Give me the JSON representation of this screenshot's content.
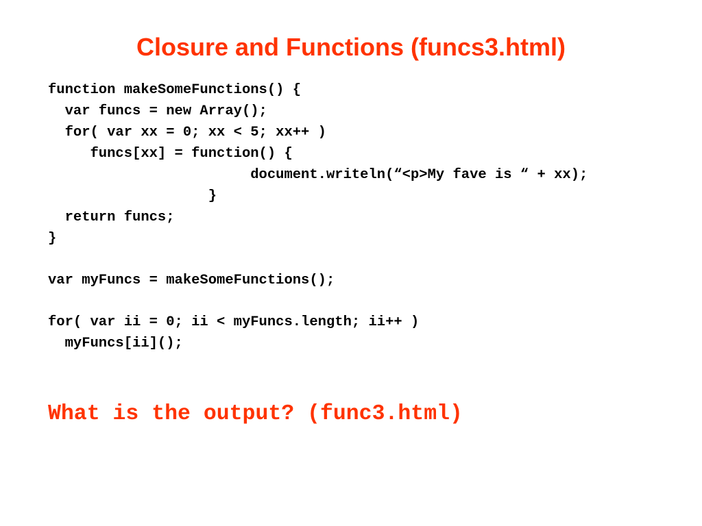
{
  "slide": {
    "title": "Closure and Functions (funcs3.html)",
    "code_lines": [
      "function makeSomeFunctions() {",
      "  var funcs = new Array();",
      "  for( var xx = 0; xx < 5; xx++ )",
      "     funcs[xx] = function() {",
      "                        document.writeln(“<p>My fave is “ + xx);",
      "                   }",
      "  return funcs;",
      "}",
      "var myFuncs = makeSomeFunctions();",
      "for( var ii = 0; ii < myFuncs.length; ii++ )",
      "  myFuncs[ii]();"
    ],
    "question": "What is the output? (func3.html)"
  },
  "colors": {
    "accent": "#ff3300",
    "text": "#000000",
    "background": "#ffffff"
  }
}
